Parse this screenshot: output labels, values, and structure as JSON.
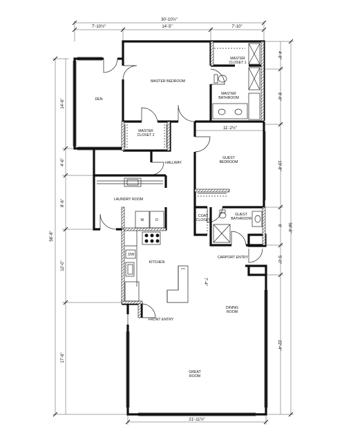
{
  "rooms": {
    "master_bedroom": "MASTER BEDROOM",
    "master_closet_1_line1": "MASTER",
    "master_closet_1_line2": "CLOSET 1",
    "master_bathroom_line1": "MASTER",
    "master_bathroom_line2": "BATHROOM",
    "den": "DEN",
    "master_closet_2_line1": "MASTER",
    "master_closet_2_line2": "CLOSET 2",
    "hallway": "HALLWAY",
    "guest_bedroom_line1": "GUEST",
    "guest_bedroom_line2": "BEDROOM",
    "laundry_room": "LAUNDRY ROOM",
    "coat_closet_line1": "COAT",
    "coat_closet_line2": "CLOSET",
    "guest_bathroom_line1": "GUEST",
    "guest_bathroom_line2": "BATHROOM",
    "kitchen": "KITCHEN",
    "carport_entry": "CARPORT ENTRY",
    "dining_room_line1": "DINING",
    "dining_room_line2": "ROOM",
    "front_entry": "FRONT ENTRY",
    "great_room_line1": "GREAT",
    "great_room_line2": "ROOM"
  },
  "fixtures": {
    "washer": "W",
    "dryer": "D",
    "dishwasher": "DW"
  },
  "dimensions": {
    "overall_top": "30'-10½\"",
    "top_left": "7'-10½\"",
    "top_middle": "14'-5\"",
    "top_right": "7'-10\"",
    "guest_width": "11'-2½\"",
    "bottom": "21'-11½\"",
    "island": "7'-4\"",
    "left_overall": "56'-8\"",
    "left_den": "14'-6\"",
    "left_hall": "4'-6\"",
    "left_laundry": "8'-6\"",
    "left_kitchen": "12'-0\"",
    "left_great": "17'-6\"",
    "right_overall": "56'-8\"",
    "right_closet1": "4'-9\"",
    "right_mbath": "8'-6\"",
    "right_guest": "13'-8\"",
    "right_gbath": "6'",
    "right_carport": "5'-0\"",
    "right_great": "22'-4\""
  }
}
